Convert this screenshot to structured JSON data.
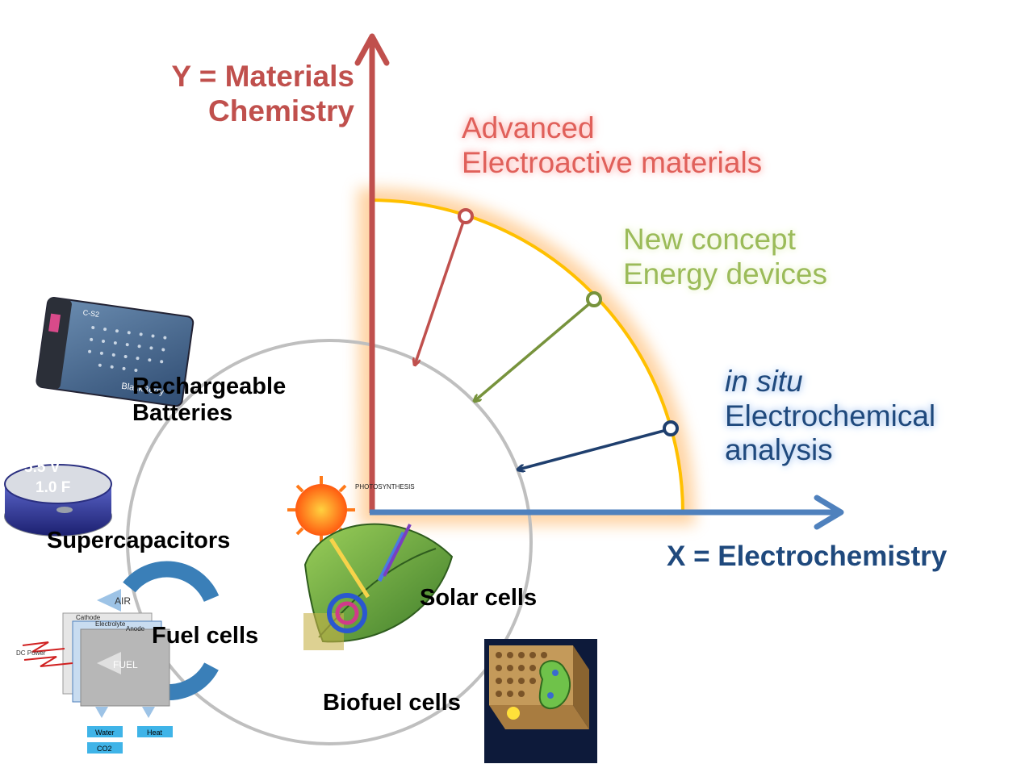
{
  "axes": {
    "y_label_line1": "Y = Materials",
    "y_label_line2": "Chemistry",
    "x_label": "X = Electrochemistry"
  },
  "quadrant_labels": {
    "red_line1": "Advanced",
    "red_line2": "Electroactive materials",
    "green_line1": "New concept",
    "green_line2": "Energy devices",
    "blue_line1": "in situ",
    "blue_line2": "Electrochemical",
    "blue_line3": "analysis"
  },
  "devices": {
    "batteries_line1": "Rechargeable",
    "batteries_line2": "Batteries",
    "supercapacitors": "Supercapacitors",
    "fuel_cells": "Fuel cells",
    "solar_cells": "Solar cells",
    "biofuel_cells": "Biofuel cells"
  },
  "image_text": {
    "capacitor_voltage": "5.5 V",
    "capacitor_farad": "1.0 F",
    "fuel_air": "AIR",
    "fuel_fuel": "FUEL",
    "fuel_cathode": "Cathode",
    "fuel_electrolyte": "Electrolyte",
    "fuel_anode": "Anode",
    "fuel_power": "DC Power",
    "fuel_water": "Water",
    "fuel_heat": "Heat",
    "fuel_co2": "CO2",
    "photo_title": "PHOTOSYNTHESIS",
    "battery_brand": "BlackBerry",
    "battery_model": "C-S2"
  },
  "colors": {
    "y_axis": "#c0504d",
    "x_axis": "#4f81bd",
    "arc": "#ffc000",
    "red_arrow": "#c0504d",
    "green_arrow": "#77933c",
    "blue_arrow": "#1f3f6e"
  }
}
